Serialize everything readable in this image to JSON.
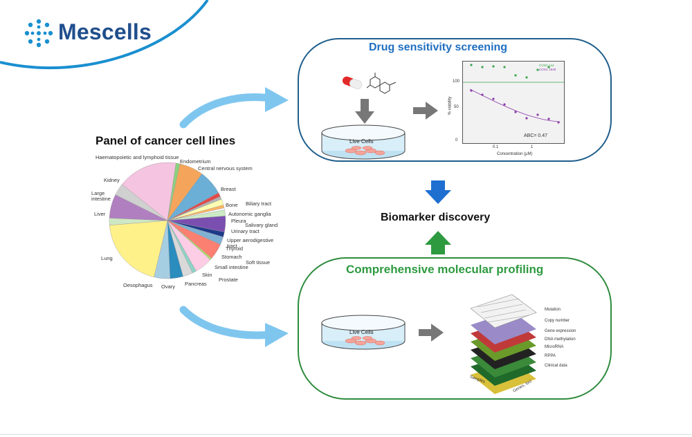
{
  "brand": {
    "name": "Mescells",
    "color": "#1f4e8c",
    "swoosh_color": "#1a8fd0"
  },
  "panel": {
    "title": "Panel of cancer cell lines",
    "labels": {
      "haem": "Haematopoietic and lymphoid tissue",
      "endometrium": "Endometrium",
      "cns": "Central nervous system",
      "kidney": "Kidney",
      "breast": "Breast",
      "large_intestine": "Large intestine",
      "bone": "Bone",
      "biliary": "Biliary tract",
      "liver": "Liver",
      "autonomic": "Autonomic ganglia",
      "pleura": "Pleura",
      "salivary": "Salivary gland",
      "urinary": "Urinary tract",
      "upper_aero": "Upper aerodigestive tract",
      "lung": "Lung",
      "thyroid": "Thyroid",
      "stomach": "Stomach",
      "soft_tissue": "Soft tissue",
      "small_intestine": "Small intestine",
      "skin": "Skin",
      "prostate": "Prostate",
      "oesophagus": "Oesophagus",
      "ovary": "Ovary",
      "pancreas": "Pancreas"
    }
  },
  "drug_box": {
    "title": "Drug sensitivity screening",
    "dish_label": "Live Cells",
    "plot": {
      "y_axis_label": "% viability",
      "x_axis_label": "Concentration (µM)",
      "y_ticks": [
        "0",
        "50",
        "100"
      ],
      "x_ticks": [
        "0.1",
        "1"
      ],
      "annotation": "ABC= 0.47",
      "legend": [
        "COSC 1s4",
        "COSC 1949"
      ]
    }
  },
  "biomarker": {
    "label": "Biomarker discovery"
  },
  "profiling_box": {
    "title": "Comprehensive molecular profiling",
    "dish_label": "Live Cells",
    "layers": [
      "Mutation",
      "Copy number",
      "Gene expression",
      "DNA methylation",
      "MicroRNA",
      "RPPA",
      "Clinical data"
    ],
    "axes": [
      "Samples",
      "Genes, loci"
    ]
  },
  "colors": {
    "blue_box": "#1f5e8c",
    "green_box": "#2e8b3d",
    "title_blue": "#1f6fc1",
    "title_green": "#2e9a40",
    "arrow_light_blue": "#7fc6ef"
  }
}
